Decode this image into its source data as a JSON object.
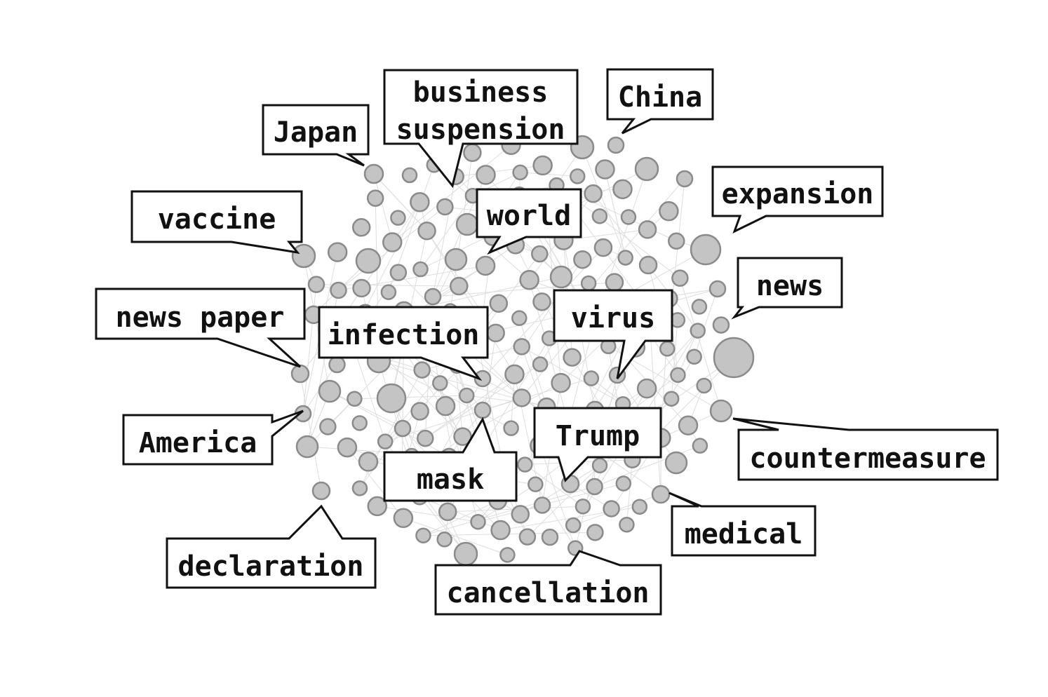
{
  "diagram": {
    "type": "word-network",
    "node_color": "#c4c4c4",
    "node_stroke": "#8a8a8a",
    "edge_color": "#dddddd",
    "label_border": "#111111",
    "labels": {
      "japan": "Japan",
      "business_suspension": [
        "business",
        "suspension"
      ],
      "china": "China",
      "vaccine": "vaccine",
      "world": "world",
      "expansion": "expansion",
      "news": "news",
      "news_paper": "news paper",
      "infection": "infection",
      "virus": "virus",
      "america": "America",
      "trump": "Trump",
      "countermeasure": "countermeasure",
      "mask": "mask",
      "medical": "medical",
      "declaration": "declaration",
      "cancellation": "cancellation"
    }
  }
}
